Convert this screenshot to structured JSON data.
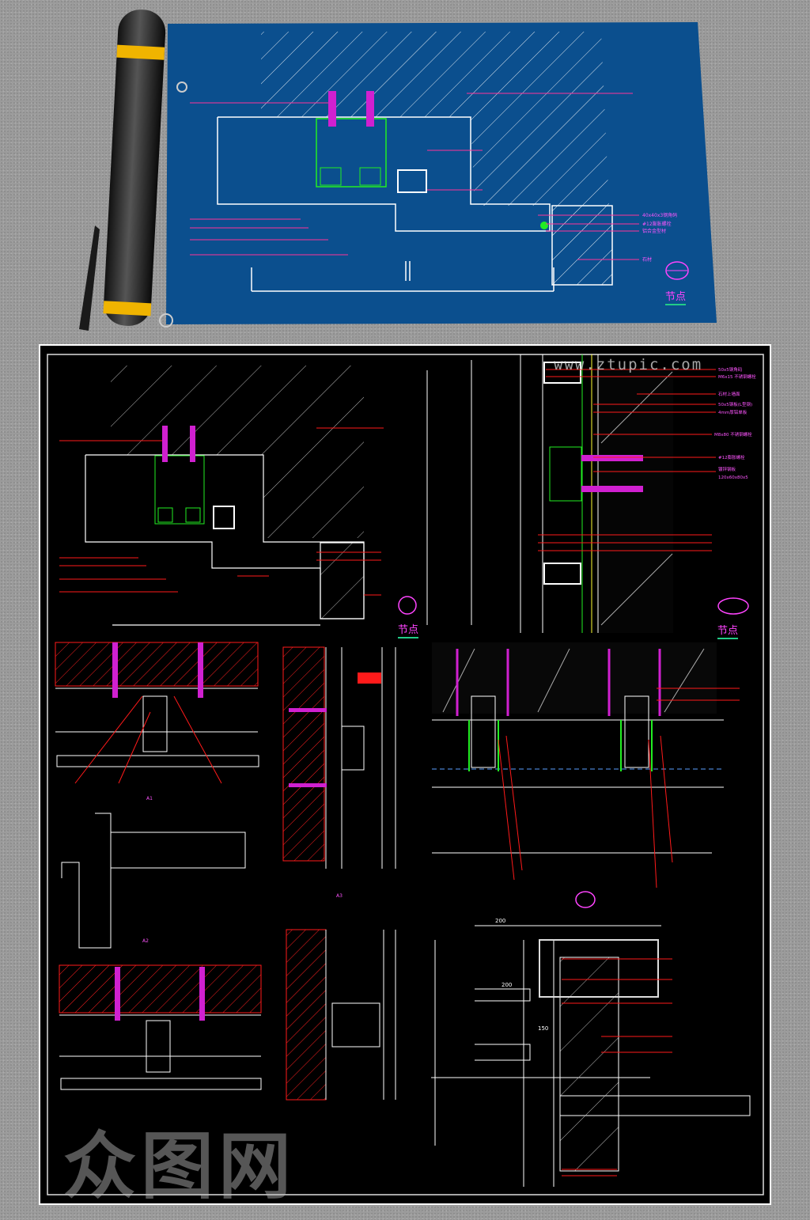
{
  "watermark_url": "www.ztupic.com",
  "brand_watermark": "众图网",
  "blue_sheet": {
    "node_label": "节点",
    "callouts": [
      "40x40x3钢角码",
      "#12膨胀螺栓",
      "铝合金型材",
      "石材"
    ]
  },
  "black_sheet": {
    "node_labels": [
      "节点",
      "节点"
    ],
    "right_callouts": [
      "50x5钢角码",
      "M6x15 不锈钢螺栓",
      "石材上墙面",
      "50x5钢板(L型钢)",
      "4mm厚铝单板",
      "M8x80 不锈钢螺栓",
      "#12膨胀螺栓",
      "镀锌钢板",
      "120x60x80x5"
    ],
    "section_labels": [
      "A1",
      "A2",
      "A3"
    ],
    "dimensions": [
      "200",
      "200",
      "150"
    ]
  },
  "colors": {
    "sheet_blue": "#0b4f8e",
    "cad_black": "#000000",
    "magenta": "#ff33ff",
    "red": "#ff1a1a",
    "green": "#22ee22",
    "yellow": "#ffff33"
  }
}
